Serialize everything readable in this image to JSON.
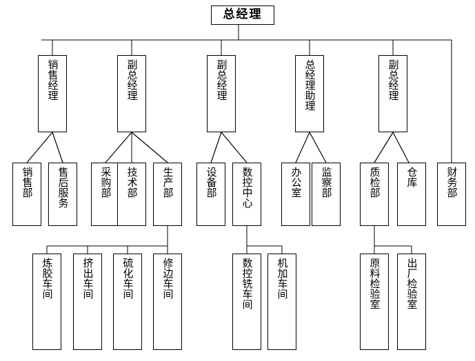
{
  "diagram": {
    "title": "总经理",
    "type": "organization-chart"
  },
  "root": {
    "label": "总经理"
  },
  "level2": [
    {
      "label": "销售经理"
    },
    {
      "label": "副总经理"
    },
    {
      "label": "副总经理"
    },
    {
      "label": "总经理助理"
    },
    {
      "label": "副总经理"
    }
  ],
  "level3": [
    {
      "label": "销售部"
    },
    {
      "label": "售后服务"
    },
    {
      "label": "采购部"
    },
    {
      "label": "技术部"
    },
    {
      "label": "生产部"
    },
    {
      "label": "设备部"
    },
    {
      "label": "数控中心"
    },
    {
      "label": "办公室"
    },
    {
      "label": "监察部"
    },
    {
      "label": "质检部"
    },
    {
      "label": "仓库"
    },
    {
      "label": "财务部"
    }
  ],
  "level4": [
    {
      "label": "炼胶车间"
    },
    {
      "label": "挤出车间"
    },
    {
      "label": "硫化车间"
    },
    {
      "label": "修边车间"
    },
    {
      "label": "数控铣车间"
    },
    {
      "label": "机加车间"
    },
    {
      "label": "原料检验室"
    },
    {
      "label": "出厂检验室"
    }
  ],
  "style": {
    "line_color": "#000000",
    "box_border_color": "#000000",
    "box_fill": "#ffffff",
    "text_color": "#000000",
    "background": "#ffffff"
  }
}
